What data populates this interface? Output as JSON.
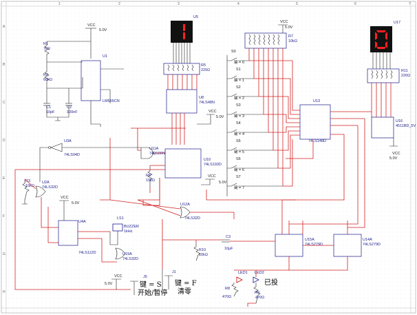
{
  "vcc": "VCC",
  "v5": "5.0V",
  "grid": {
    "cols": [
      "1",
      "2",
      "3",
      "4",
      "5",
      "6",
      "7"
    ],
    "rows": [
      "A",
      "B",
      "C",
      "D",
      "E",
      "F",
      "G",
      "H"
    ]
  },
  "u1": {
    "ref": "U1",
    "part": "LM555CN"
  },
  "r1": {
    "ref": "R1",
    "val": "7kΩ"
  },
  "r2": {
    "ref": "R2",
    "val": "68kΩ"
  },
  "c1": {
    "ref": "C1",
    "val": "10pF"
  },
  "c2": {
    "ref": "C2",
    "val": "100nF"
  },
  "u5": {
    "ref": "U5",
    "digit": "1"
  },
  "r5": {
    "ref": "R5",
    "val": "220Ω"
  },
  "u8": {
    "ref": "U8",
    "part": "74LS48N"
  },
  "u11a": {
    "ref": "U11A",
    "part": "74LS00N"
  },
  "u10": {
    "ref": "U10",
    "part": "74LS192D"
  },
  "r6": {
    "ref": "R6",
    "val": "10kΩ"
  },
  "u3a": {
    "ref": "U3A",
    "part": "74LS04D"
  },
  "r3": {
    "ref": "R3",
    "val": "10kΩ"
  },
  "u2a": {
    "ref": "U2A",
    "part": "74LS32D"
  },
  "u4a": {
    "ref": "U4A",
    "part": "74LS112D"
  },
  "ls1": {
    "ref": "LS1",
    "part": "BUZZER",
    "freq": "1kHz"
  },
  "u19a": {
    "ref": "U19A",
    "part": "74LS32D"
  },
  "u12a": {
    "ref": "U12A",
    "part": "74LS32D"
  },
  "r7": {
    "ref": "R7",
    "val": "10kΩ"
  },
  "u13": {
    "ref": "U13",
    "part": "74LS148D"
  },
  "switches": [
    "S0",
    "S1",
    "S2",
    "S3",
    "S4",
    "S5",
    "S6",
    "S7"
  ],
  "keys": [
    "0",
    "1",
    "2",
    "3",
    "4",
    "5",
    "6",
    "7"
  ],
  "key_word": "键",
  "u17": {
    "ref": "U17",
    "digit": "0"
  },
  "r11": {
    "ref": "R11",
    "val": "220Ω"
  },
  "u16": {
    "ref": "U16",
    "part": "4511BD_5V"
  },
  "u15a": {
    "ref": "U15A",
    "part": "74LS279D"
  },
  "u14a": {
    "ref": "U14A",
    "part": "74LS279D"
  },
  "c3": {
    "ref": "C3",
    "val": "10µF"
  },
  "r10": {
    "ref": "R10",
    "val": "10kΩ"
  },
  "j1": {
    "ref": "J1"
  },
  "j5": {
    "ref": "J5"
  },
  "key_s": "键 = S",
  "key_s_label": "开始/暂停",
  "key_f": "键 = F",
  "key_f_label": "清零",
  "led1": {
    "ref": "LED1"
  },
  "led2": {
    "ref": "LED2"
  },
  "r8": {
    "ref": "R8",
    "val": "470Ω"
  },
  "r9": {
    "ref": "R9",
    "val": "470Ω"
  },
  "yitou": "已投",
  "colors": {
    "wire_red": "#d42020",
    "wire_black": "#222222",
    "part_blue": "#1a1a8c",
    "seg_red": "#ff2020"
  }
}
